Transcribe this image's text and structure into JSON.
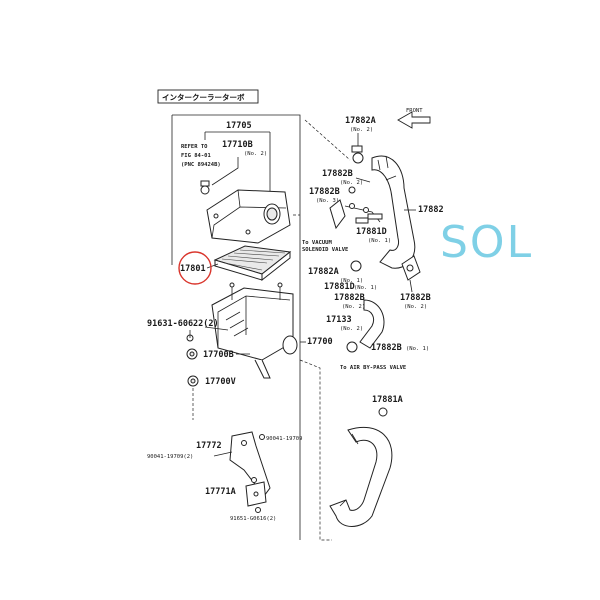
{
  "header": {
    "title": "インタークーラーターボ"
  },
  "watermark": {
    "text": "SOL",
    "color": "#7fd0e6"
  },
  "highlight": {
    "part": "17801",
    "color": "#d9342b"
  },
  "front_label": "FRONT",
  "refer_note": [
    "REFER TO",
    "FIG 84-01",
    "(PNC 89424B)"
  ],
  "parts": {
    "p17705": "17705",
    "p17710b": "17710B",
    "p17710b_no": "(No. 2)",
    "p17801": "17801",
    "p91631": "91631-60622(2)",
    "p17700b": "17700B",
    "p17700v": "17700V",
    "p17700": "17700",
    "p17772": "17772",
    "p90041a": "90041-19709(2)",
    "p90041b": "90041-19709",
    "p17771a": "17771A",
    "p91651": "91651-G0616(2)",
    "p17882a_top": "17882A",
    "p17882a_top_no": "(No. 2)",
    "p17882_right": "17882",
    "p17882b_1": "17882B",
    "p17882b_1_no": "(No. 2)",
    "p17882b_2": "17882B",
    "p17882b_2_no": "(No. 3)",
    "p17881d_a": "17881D",
    "p17881d_a_no": "(No. 1)",
    "p17882a_mid": "17882A",
    "p17882a_mid_no": "(No. 1)",
    "p17881d_b": "17881D",
    "p17881d_b_no": "(No. 1)",
    "p17882b_3": "17882B",
    "p17882b_3_no": "(No. 2)",
    "p17882b_4": "17882B",
    "p17882b_4_no": "(No. 2)",
    "p17133": "17133",
    "p17133_no": "(No. 2)",
    "p17882b_5": "17882B",
    "p17882b_5_no": "(No. 1)",
    "p17881a": "17881A"
  },
  "notes": {
    "vacuum": [
      "To VACUUM",
      "SOLENOID VALVE"
    ],
    "air_bypass": "To AIR BY-PASS VALVE"
  }
}
